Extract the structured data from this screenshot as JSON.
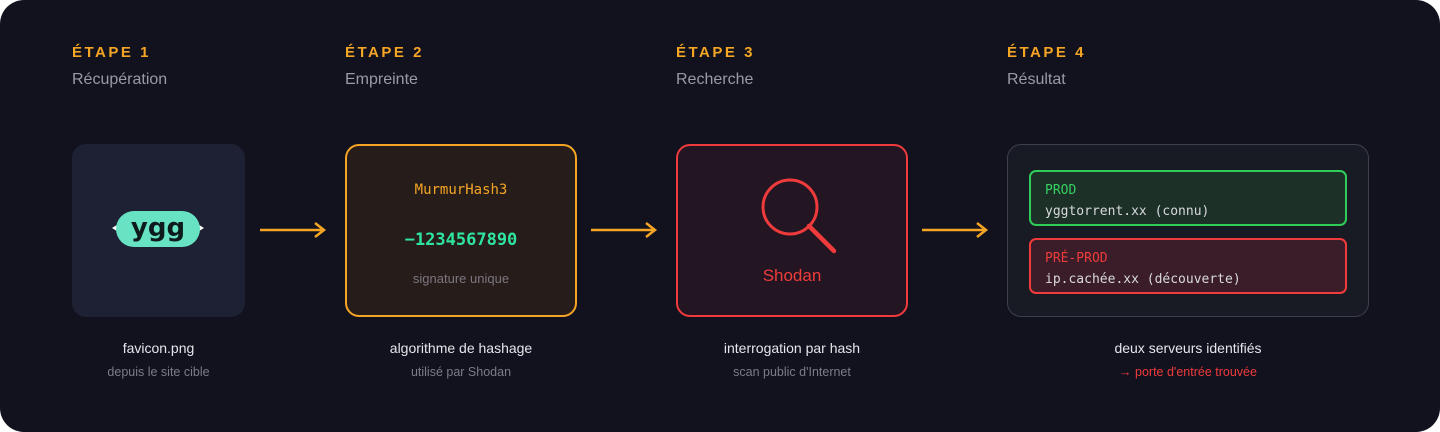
{
  "steps": [
    {
      "label": "ÉTAPE 1",
      "title": "Récupération",
      "logo": {
        "icon": "ygg-logo-icon",
        "text": "ygg",
        "color": "#67e3c4"
      },
      "caption": "favicon.png",
      "subcaption": "depuis le site cible"
    },
    {
      "label": "ÉTAPE 2",
      "title": "Empreinte",
      "algorithm": "MurmurHash3",
      "hash": "−1234567890",
      "hash_note": "signature unique",
      "caption": "algorithme de hashage",
      "subcaption": "utilisé par Shodan"
    },
    {
      "label": "ÉTAPE 3",
      "title": "Recherche",
      "icon": "magnifying-glass-icon",
      "service": "Shodan",
      "caption": "interrogation par hash",
      "subcaption": "scan public d'Internet"
    },
    {
      "label": "ÉTAPE 4",
      "title": "Résultat",
      "servers": [
        {
          "env": "PROD",
          "host": "yggtorrent.xx (connu)",
          "status_color": "#2fcc58"
        },
        {
          "env": "PRÉ-PROD",
          "host": "ip.cachée.xx (découverte)",
          "status_color": "#ef3b3b"
        }
      ],
      "caption": "deux serveurs identifiés",
      "subcaption": "→ porte d'entrée trouvée"
    }
  ],
  "colors": {
    "background": "#12121f",
    "accent": "#f5a524",
    "danger": "#ef3b3b",
    "success": "#2fcc58",
    "hash": "#2ee59d"
  }
}
